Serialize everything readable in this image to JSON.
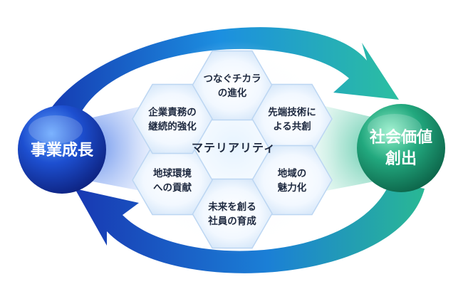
{
  "left_node": {
    "label": "事業成長",
    "color": "#1a3fb0"
  },
  "right_node": {
    "label_lines": [
      "社会価値",
      "創出"
    ],
    "color": "#1e9a74"
  },
  "center": {
    "label": "マテリアリティ"
  },
  "hexagons": [
    {
      "id": "top",
      "lines": [
        "つなぐチカラ",
        "の進化"
      ]
    },
    {
      "id": "upper-right",
      "lines": [
        "先端技術に",
        "よる共創"
      ]
    },
    {
      "id": "lower-right",
      "lines": [
        "地域の",
        "魅力化"
      ]
    },
    {
      "id": "bottom",
      "lines": [
        "未来を創る",
        "社員の育成"
      ]
    },
    {
      "id": "lower-left",
      "lines": [
        "地球環境",
        "への貢献"
      ]
    },
    {
      "id": "upper-left",
      "lines": [
        "企業責務の",
        "継続的強化"
      ]
    }
  ],
  "arrows": {
    "top_color": "#1e88d8",
    "bottom_color": "#1a3fb0"
  }
}
